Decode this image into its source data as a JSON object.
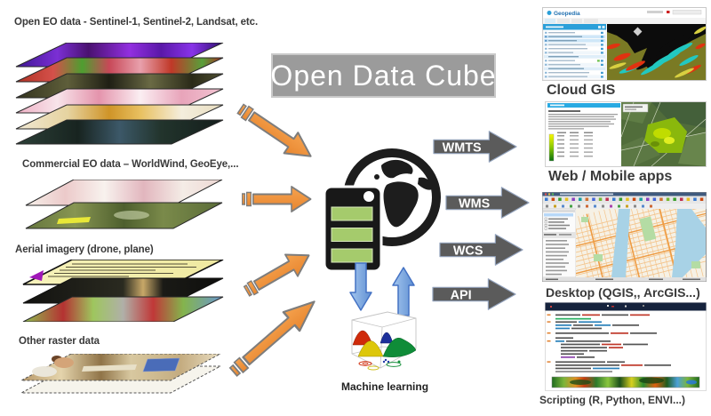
{
  "diagram_title": "Open Data Cube",
  "sources": [
    {
      "label": "Open EO data - Sentinel-1, Sentinel-2, Landsat, etc."
    },
    {
      "label": "Commercial EO data – WorldWind, GeoEye,..."
    },
    {
      "label": "Aerial imagery (drone, plane)"
    },
    {
      "label": "Other raster data"
    }
  ],
  "services": [
    "WMTS",
    "WMS",
    "WCS",
    "API"
  ],
  "outputs": [
    {
      "label": "Cloud GIS",
      "brand": "Geopedia"
    },
    {
      "label": "Web / Mobile apps"
    },
    {
      "label": "Desktop (QGIS,, ArcGIS...)"
    },
    {
      "label": "Scripting (R, Python, ENVI...)"
    }
  ],
  "machine_learning_label": "Machine learning",
  "colors": {
    "ingest_arrow": "#F0953F",
    "service_arrow": "#5B5B5B",
    "service_arrow_border": "#8C9CB8",
    "title_box": "#9B9B9B",
    "ml_arrow": "#7FA8DF",
    "server_bars": "#A5CB6C"
  }
}
